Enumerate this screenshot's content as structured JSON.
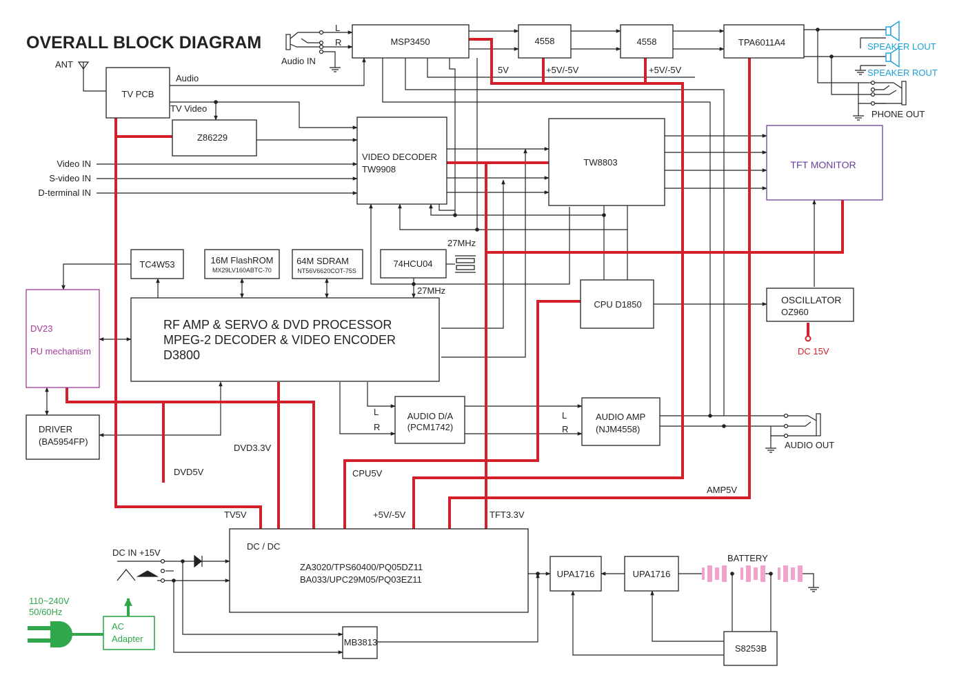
{
  "title": "OVERALL BLOCK DIAGRAM",
  "colors": {
    "line": "#222222",
    "power": "#d3202a",
    "speaker": "#1aa0d8",
    "monitor": "#6a3d9a",
    "pickup": "#a13a96",
    "ac": "#2ea84a",
    "battery": "#f1a3cc"
  },
  "blocks": {
    "msp3450": "MSP3450",
    "op4558_a": "4558",
    "op4558_b": "4558",
    "tpa6011a4": "TPA6011A4",
    "tv_pcb": "TV PCB",
    "z86229": "Z86229",
    "video_decoder": [
      "VIDEO DECODER",
      "TW9908"
    ],
    "tw8803": "TW8803",
    "tft_monitor": "TFT MONITOR",
    "tc4w53": "TC4W53",
    "flashrom": [
      "16M FlashROM",
      "MX29LV160ABTC-70"
    ],
    "sdram": [
      "64M SDRAM",
      "NT56V6620COT-75S"
    ],
    "hc04": "74HCU04",
    "cpu": "CPU D1850",
    "oscillator": [
      "OSCILLATOR",
      "OZ960"
    ],
    "pu": [
      "DV23",
      "PU mechanism"
    ],
    "dvd_processor": [
      "RF AMP & SERVO  & DVD PROCESSOR",
      "MPEG-2  DECODER & VIDEO ENCODER",
      "D3800"
    ],
    "driver": [
      "DRIVER",
      "(BA5954FP)"
    ],
    "audio_da": [
      "AUDIO D/A",
      "(PCM1742)"
    ],
    "audio_amp": [
      "AUDIO AMP",
      "(NJM4558)"
    ],
    "dcdc": [
      "DC / DC",
      "ZA3020/TPS60400/PQ05DZ11",
      "BA033/UPC29M05/PQ03EZ11"
    ],
    "upa1716_a": "UPA1716",
    "upa1716_b": "UPA1716",
    "mb3813": "MB3813",
    "s8253b": "S8253B",
    "ac_adapter": [
      "AC",
      "Adapter"
    ]
  },
  "labels": {
    "ant": "ANT",
    "audio_in": "Audio IN",
    "l": "L",
    "r": "R",
    "audio": "Audio",
    "tv_video": "TV Video",
    "video_in": "Video IN",
    "s_video_in": "S-video IN",
    "d_terminal_in": "D-terminal IN",
    "speaker_lout": "SPEAKER LOUT",
    "speaker_rout": "SPEAKER ROUT",
    "phone_out": "PHONE OUT",
    "audio_out": "AUDIO OUT",
    "clk_27mhz": "27MHz",
    "dc_15v": "DC 15V",
    "battery": "BATTERY",
    "dc_in": "DC IN +15V",
    "mains": [
      "110~240V",
      "50/60Hz"
    ],
    "rail_5v": "5V",
    "rail_pm5v_a": "+5V/-5V",
    "rail_pm5v_b": "+5V/-5V",
    "rail_pm5v_c": "+5V/-5V",
    "dvd3v3": "DVD3.3V",
    "dvd5v": "DVD5V",
    "cpu5v": "CPU5V",
    "amp5v": "AMP5V",
    "tv5v": "TV5V",
    "tft3v3": "TFT3.3V"
  }
}
